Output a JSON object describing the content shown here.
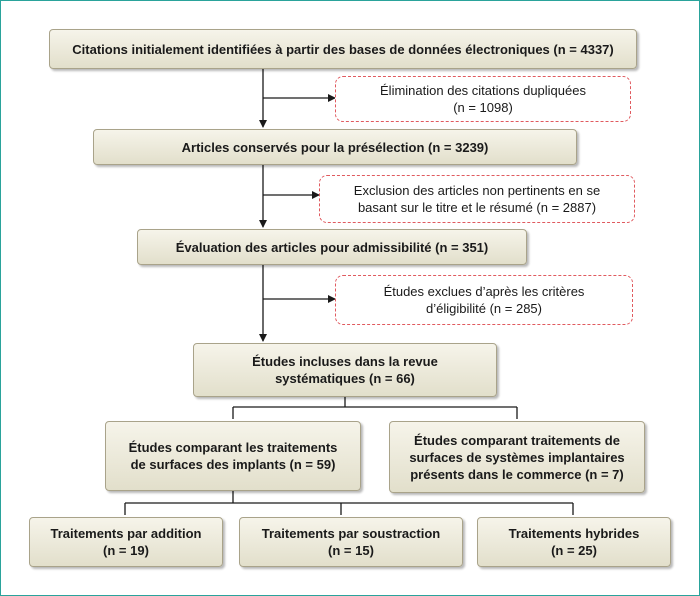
{
  "boxes": {
    "identified": "Citations initialement identifiées à partir des bases de données électroniques (n = 4337)",
    "preselection": "Articles conservés pour la présélection (n = 3239)",
    "eligibility": "Évaluation des articles pour admissibilité (n = 351)",
    "included_l1": "Études incluses dans la revue",
    "included_l2": "systématiques (n = 66)",
    "surface_l1": "Études comparant les traitements",
    "surface_l2": "de surfaces des implants (n = 59)",
    "commercial_l1": "Études comparant traitements de",
    "commercial_l2": "surfaces de systèmes implantaires",
    "commercial_l3": "présents dans le commerce (n = 7)",
    "addition_l1": "Traitements par addition",
    "addition_l2": "(n = 19)",
    "soustraction_l1": "Traitements par soustraction",
    "soustraction_l2": "(n = 15)",
    "hybrides_l1": "Traitements hybrides",
    "hybrides_l2": "(n = 25)"
  },
  "exclusions": {
    "duplicates_l1": "Élimination des citations dupliquées",
    "duplicates_l2": "(n = 1098)",
    "irrelevant_l1": "Exclusion des articles non pertinents en se",
    "irrelevant_l2": "basant sur le titre et le résumé (n = 2887)",
    "criteria_l1": "Études exclues d’après les critères",
    "criteria_l2": "d’éligibilité (n = 285)"
  },
  "colors": {
    "frame": "#2aa39b",
    "box_fill_top": "#f6f4ea",
    "box_fill_bottom": "#e2dfcb",
    "exclusion_border": "#e05a5f",
    "connector": "#1a1a1a"
  }
}
